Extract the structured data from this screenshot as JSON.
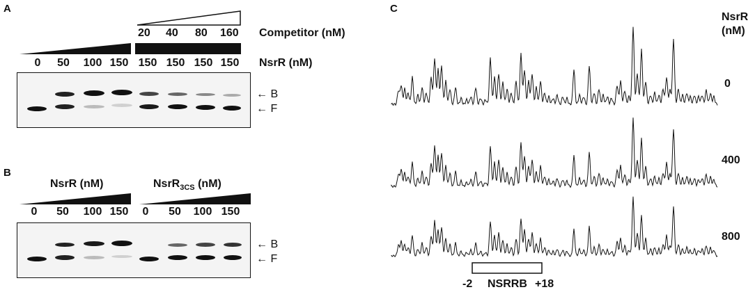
{
  "panel_a": {
    "letter": "A",
    "competitor_label": "Competitor (nM)",
    "competitor_values": [
      "20",
      "40",
      "80",
      "160"
    ],
    "nsrr_label": "NsrR (nM)",
    "lane_labels": [
      "0",
      "50",
      "100",
      "150",
      "150",
      "150",
      "150",
      "150"
    ],
    "band_b": "← B",
    "band_f": "← F"
  },
  "panel_b": {
    "letter": "B",
    "nsrr_label": "NsrR (nM)",
    "nsrr3cs_label": "NsrR",
    "nsrr3cs_sub": "3CS",
    "nsrr3cs_unit": " (nM)",
    "lane_labels": [
      "0",
      "50",
      "100",
      "150",
      "0",
      "50",
      "100",
      "150"
    ],
    "band_b": "← B",
    "band_f": "← F"
  },
  "panel_c": {
    "letter": "C",
    "header_line1": "NsrR",
    "header_line2": "(nM)",
    "trace_labels": [
      "0",
      "400",
      "800"
    ],
    "box_label_left": "-2",
    "box_label_mid": "NSRRB",
    "box_label_right": "+18"
  }
}
